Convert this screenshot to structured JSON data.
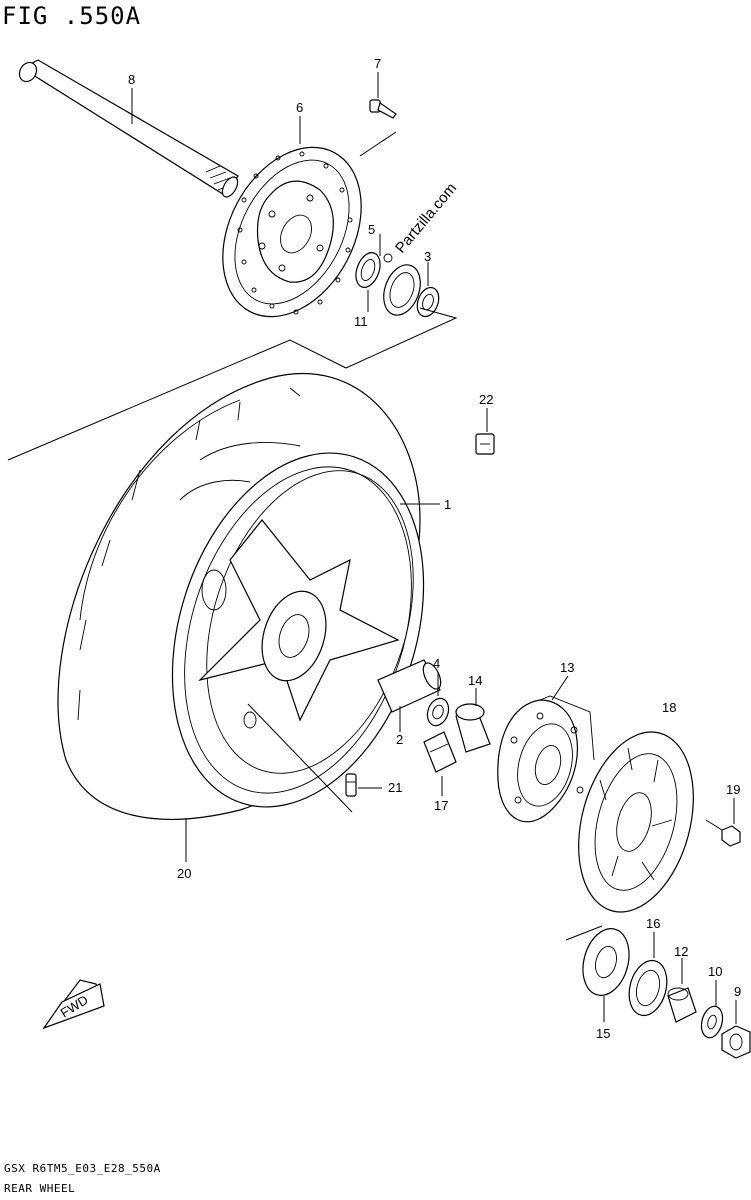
{
  "figure": {
    "title": "FIG .550A",
    "watermark": "Partzilla.com",
    "fwd_label": "FWD",
    "model_code": "GSX R6TM5_E03_E28_550A",
    "section_name": "REAR WHEEL"
  },
  "callouts": [
    {
      "id": "c1",
      "label": "1"
    },
    {
      "id": "c2",
      "label": "2"
    },
    {
      "id": "c3",
      "label": "3"
    },
    {
      "id": "c4",
      "label": "4"
    },
    {
      "id": "c5",
      "label": "5"
    },
    {
      "id": "c6",
      "label": "6"
    },
    {
      "id": "c7",
      "label": "7"
    },
    {
      "id": "c8",
      "label": "8"
    },
    {
      "id": "c9",
      "label": "9"
    },
    {
      "id": "c10",
      "label": "10"
    },
    {
      "id": "c11",
      "label": "11"
    },
    {
      "id": "c12",
      "label": "12"
    },
    {
      "id": "c13",
      "label": "13"
    },
    {
      "id": "c14",
      "label": "14"
    },
    {
      "id": "c15",
      "label": "15"
    },
    {
      "id": "c16",
      "label": "16"
    },
    {
      "id": "c17",
      "label": "17"
    },
    {
      "id": "c18",
      "label": "18"
    },
    {
      "id": "c19",
      "label": "19"
    },
    {
      "id": "c20",
      "label": "20"
    },
    {
      "id": "c21",
      "label": "21"
    },
    {
      "id": "c22",
      "label": "22"
    }
  ]
}
